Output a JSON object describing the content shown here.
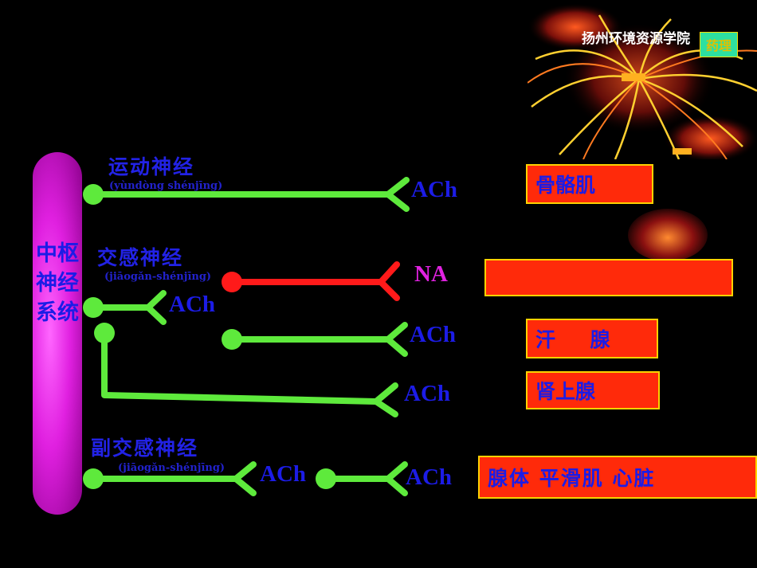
{
  "header": {
    "school": "扬州环境资源学院",
    "badge": "药理"
  },
  "cns": {
    "label": "中枢神经系统"
  },
  "nerves": {
    "somatic": {
      "label": "运动神经",
      "pinyin": "(yùndòng shénjīng)"
    },
    "sympathetic": {
      "label": "交感神经",
      "pinyin": "(jiāogǎn-shénjīng)"
    },
    "parasympathetic": {
      "label": "副交感神经",
      "pinyin": "(jiāogǎn-shénjīng)"
    }
  },
  "transmitters": {
    "somatic": "ACh",
    "symp_ganglion": "ACh",
    "symp_na": "NA",
    "symp_sweat": "ACh",
    "symp_adrenal": "ACh",
    "para_ganglion": "ACh",
    "para_post": "ACh"
  },
  "targets": {
    "skeletal": "骨骼肌",
    "na_target": "",
    "sweat": "汗     腺",
    "adrenal": "肾上腺",
    "para": "腺体 平滑肌 心脏"
  },
  "colors": {
    "fiber": "#5eea3c",
    "adrenergic": "#ff1a1a",
    "ach": "#1c1ce6",
    "na": "#e022e0",
    "cns": "#e020e0"
  }
}
